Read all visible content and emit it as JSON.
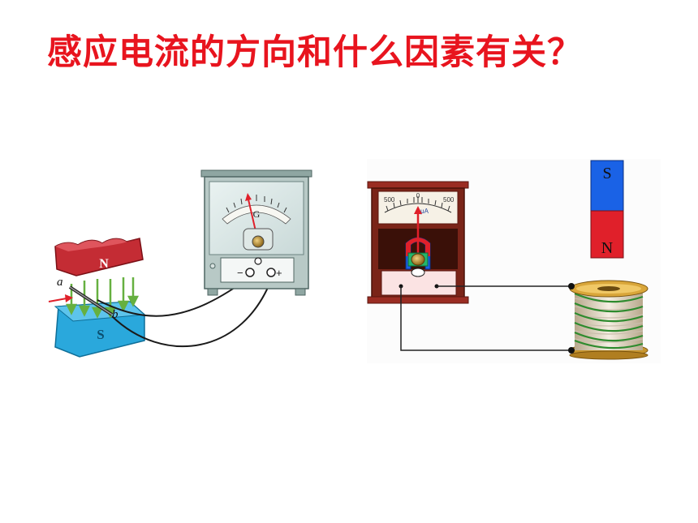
{
  "title": "感应电流的方向和什么因素有关？",
  "left_diagram": {
    "magnet_top_label": "N",
    "magnet_bottom_label": "S",
    "wire_label_a": "a",
    "wire_label_b": "b",
    "galvanometer_label": "G",
    "terminal_minus": "−",
    "terminal_plus": "+"
  },
  "right_diagram": {
    "scale_left": "500",
    "scale_center": "0",
    "scale_right": "500",
    "unit_label": "μA",
    "bar_magnet_top": "S",
    "bar_magnet_bottom": "N"
  },
  "colors": {
    "title": "#e8141e",
    "north_red": "#e0202a",
    "south_blue": "#1a62e6",
    "magnet_top": "#d2323a",
    "magnet_bottom": "#2aa8dc",
    "frame_brown": "#7a2418",
    "coil_green": "#2e8b2e"
  }
}
